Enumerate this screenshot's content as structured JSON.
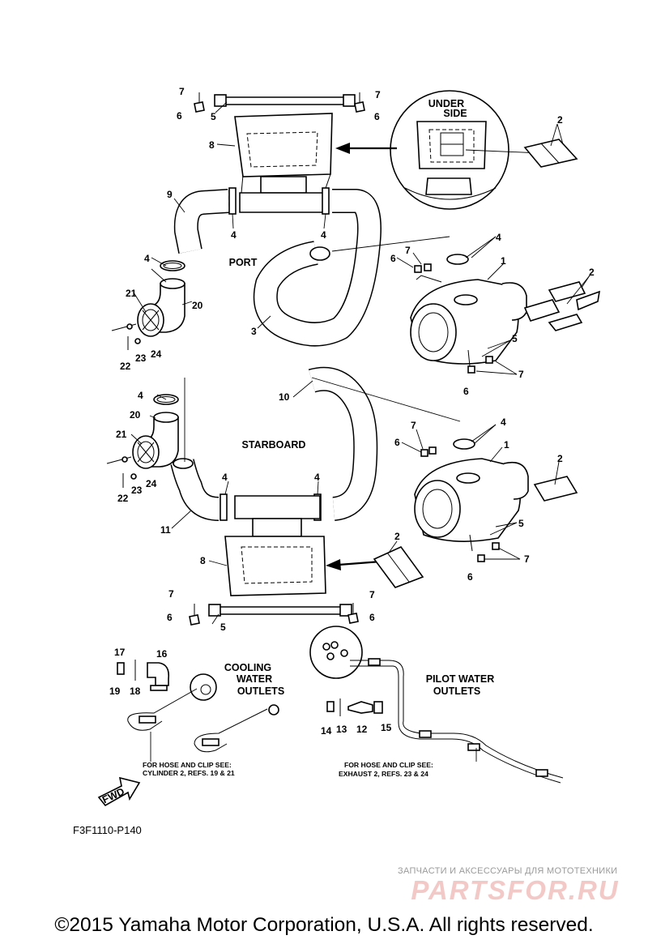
{
  "callouts": {
    "c1a": "1",
    "c1b": "1",
    "c2a": "2",
    "c2b": "2",
    "c2c": "2",
    "c2d": "2",
    "c3": "3",
    "c4a": "4",
    "c4b": "4",
    "c4c": "4",
    "c4d": "4",
    "c4e": "4",
    "c4f": "4",
    "c4g": "4",
    "c4h": "4",
    "c5a": "5",
    "c5b": "5",
    "c5c": "5",
    "c5d": "5",
    "c6a": "6",
    "c6b": "6",
    "c6c": "6",
    "c6d": "6",
    "c6e": "6",
    "c6f": "6",
    "c6g": "6",
    "c6h": "6",
    "c7a": "7",
    "c7b": "7",
    "c7c": "7",
    "c7d": "7",
    "c7e": "7",
    "c7f": "7",
    "c7g": "7",
    "c7h": "7",
    "c8a": "8",
    "c8b": "8",
    "c9": "9",
    "c10": "10",
    "c11": "11",
    "c12": "12",
    "c13": "13",
    "c14": "14",
    "c15": "15",
    "c16": "16",
    "c17": "17",
    "c18": "18",
    "c19": "19",
    "c20a": "20",
    "c20b": "20",
    "c21a": "21",
    "c21b": "21",
    "c22a": "22",
    "c22b": "22",
    "c23a": "23",
    "c23b": "23",
    "c24a": "24",
    "c24b": "24"
  },
  "sections": {
    "port": "PORT",
    "starboard": "STARBOARD",
    "under_line1": "UNDER",
    "under_line2": "SIDE",
    "cooling_line1": "COOLING",
    "cooling_line2": "WATER",
    "cooling_line3": "OUTLETS",
    "pilot_line1": "PILOT WATER",
    "pilot_line2": "OUTLETS"
  },
  "notes": {
    "cooling_note1": "FOR HOSE AND CLIP SEE:",
    "cooling_note2": "CYLINDER 2, REFS. 19 & 21",
    "pilot_note1": "FOR HOSE AND CLIP SEE:",
    "pilot_note2": "EXHAUST 2, REFS. 23 & 24"
  },
  "fwd_label": "FWD",
  "diagram_code": "F3F1110-P140",
  "watermark": {
    "tagline": "ЗАПЧАСТИ И АКСЕССУАРЫ ДЛЯ МОТОТЕХНИКИ",
    "logo": "PARTSFOR.RU"
  },
  "copyright": "©2015 Yamaha Motor Corporation, U.S.A. All rights reserved."
}
